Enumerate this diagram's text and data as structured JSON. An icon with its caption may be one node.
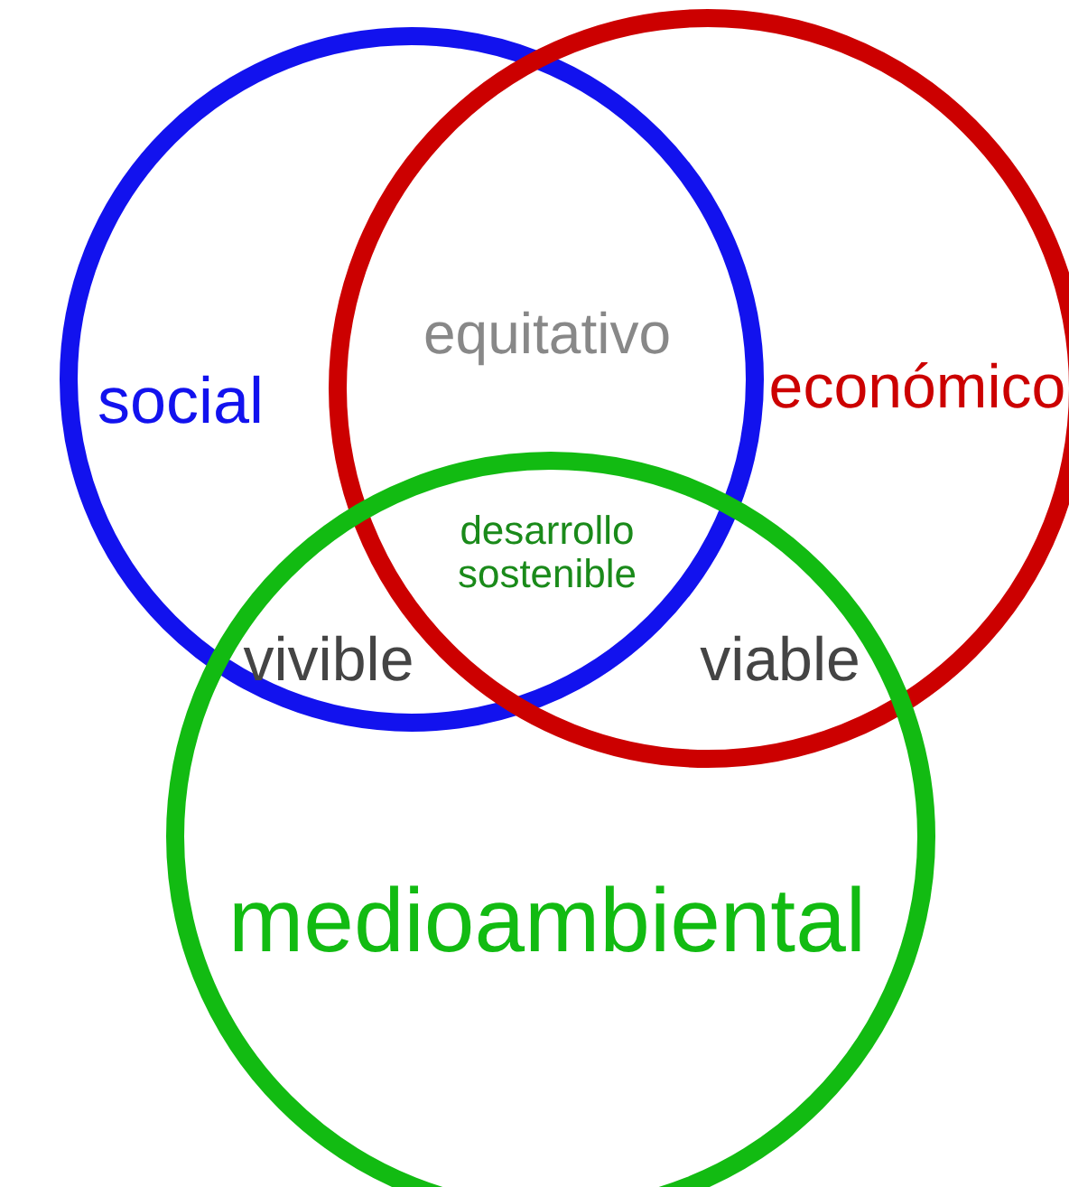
{
  "diagram": {
    "nodes": [
      {
        "text": [
          "social"
        ]
      },
      {
        "text": [
          "económico"
        ]
      },
      {
        "text": [
          "medioambiental"
        ]
      }
    ],
    "labels": [
      "equitativo",
      "desarrollo sostenible",
      "vivible",
      "viable"
    ]
  }
}
